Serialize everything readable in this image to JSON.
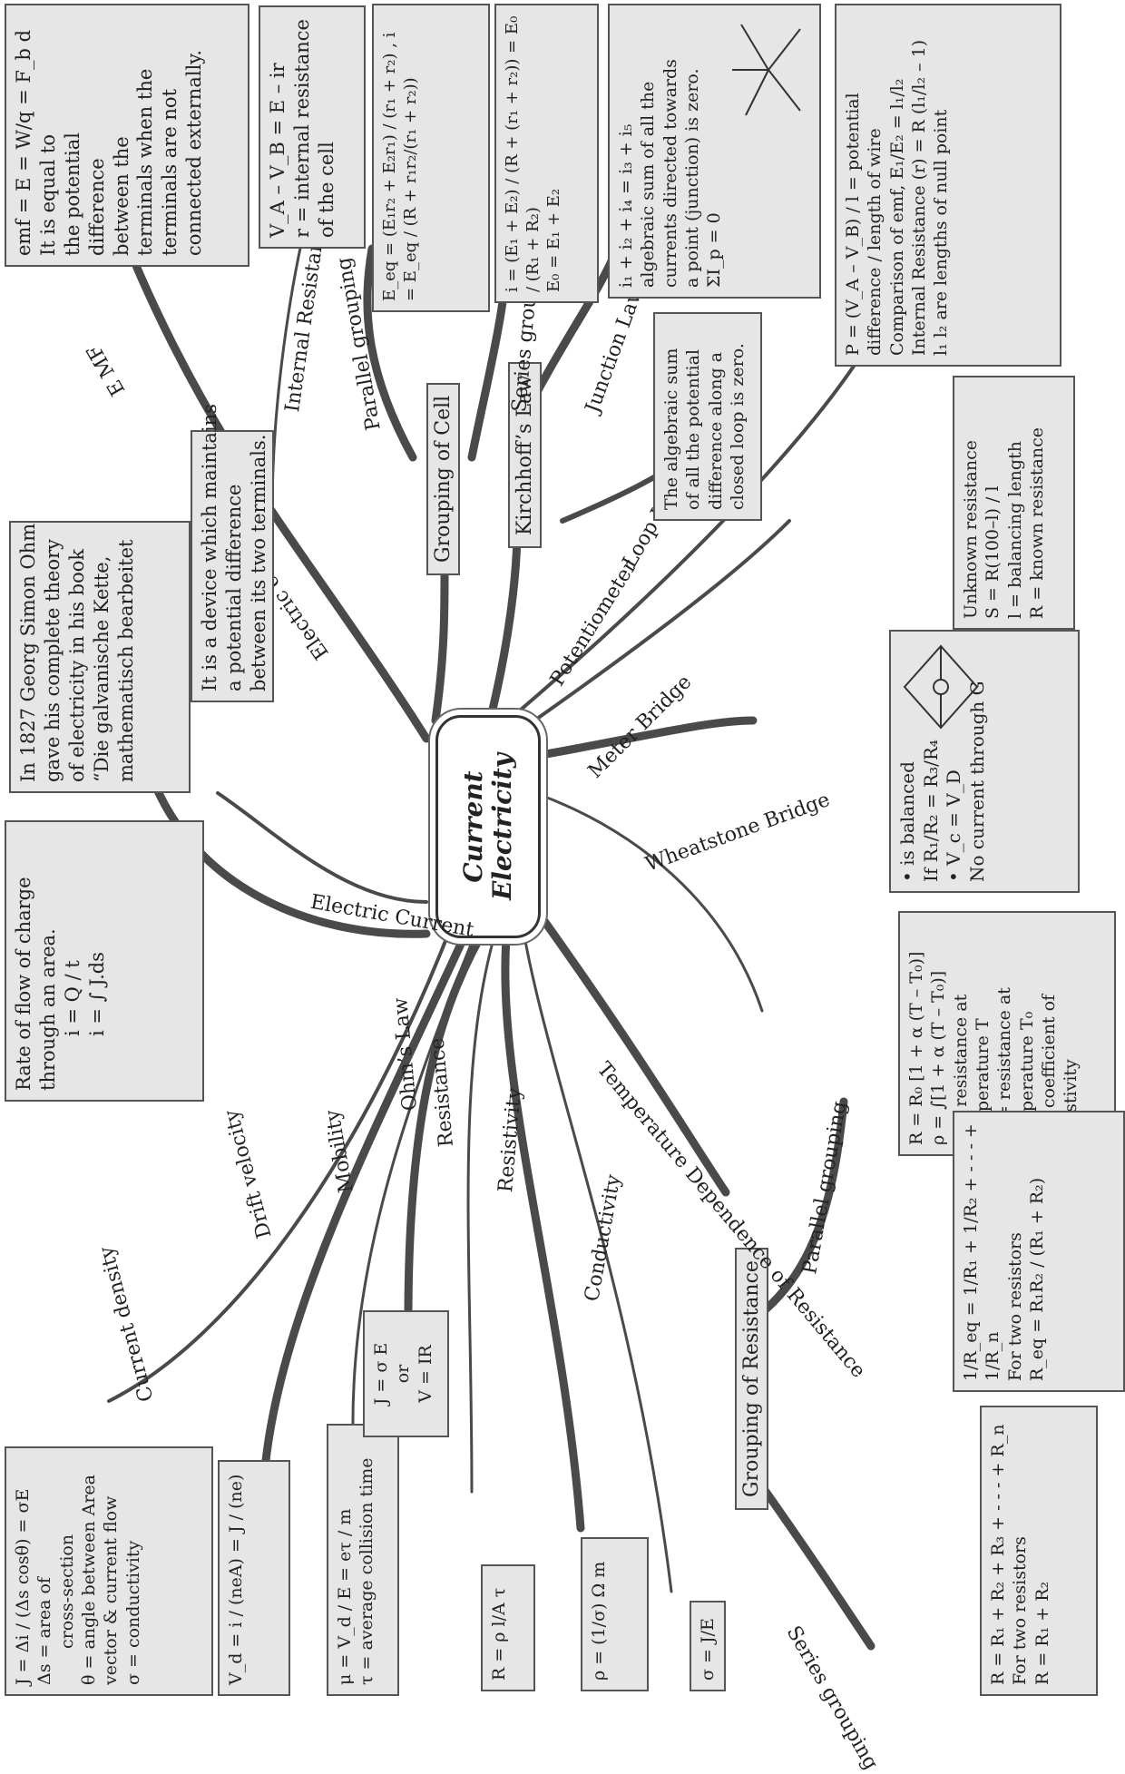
{
  "center": {
    "line1": "Current",
    "line2": "Electricity"
  },
  "branches": {
    "electric_current": "Electric Current",
    "electric_cell": "Electric cell",
    "emf": "E MF",
    "internal_resistance": "Internal Resistance",
    "parallel_grouping_cell": "Parallel grouping",
    "series_grouping_cell": "Series grouping",
    "junction_law": "Junction Law",
    "loop_law": "Loop Law",
    "potentiometer": "Potentiometer",
    "meter_bridge": "Meter Bridge",
    "wheatstone_bridge": "Wheatstone Bridge",
    "temperature_dependence": "Temperature Dependence of Resistance",
    "current_density": "Current density",
    "drift_velocity": "Drift velocity",
    "mobility": "Mobility",
    "ohms_law": "Ohm’s Law",
    "resistance": "Resistance",
    "resistivity": "Resistivity",
    "conductivity": "Conductivity",
    "parallel_grouping_res": "Parallel grouping",
    "series_grouping_res": "Series grouping"
  },
  "nodes": {
    "grouping_of_cell": "Grouping of Cell",
    "kirchhoffs_law": "Kirchhoff’s Law",
    "grouping_of_resistance": "Grouping of Resistance"
  },
  "boxes": {
    "history": [
      "In 1827 Georg Simon Ohm",
      "gave his complete theory",
      "of electricity in his book",
      "“Die galvanische Kette,",
      "mathematisch bearbeitet"
    ],
    "electric_current": [
      "Rate of flow of charge",
      "through an area.",
      "i = Q / t",
      "i = ∫ J.ds"
    ],
    "electric_cell": [
      "It is a device which maintains",
      "a potential difference",
      "between its two terminals."
    ],
    "emf": [
      "emf = E = W/q = F_b d",
      "It is equal to",
      "the potential",
      "difference",
      "between the",
      "terminals when the",
      "terminals are not",
      "connected externally."
    ],
    "internal_resistance": [
      "V_A – V_B = E – ir",
      "r = internal resistance",
      "of the cell"
    ],
    "parallel_cell": [
      "E_eq = (E₁r₂ + E₂r₁) / (r₁ + r₂) ,  i = E_eq / (R + r₁r₂/(r₁ + r₂))"
    ],
    "series_cell": [
      "i = (E₁ + E₂) / (R + (r₁ + r₂)) = E₀ / (R₁ + R₂)",
      "E₀ = E₁ + E₂"
    ],
    "junction": [
      "i₁ + i₂ + i₄ = i₃ + i₅",
      "algebraic sum of all the",
      "currents directed towards",
      "a point (junction) is zero.",
      "ΣI_p = 0"
    ],
    "loop": [
      "The algebraic sum",
      "of all the potential",
      "difference along a",
      "closed loop is zero."
    ],
    "potentiometer": [
      "P = (V_A – V_B) / l = potential difference / length of wire",
      "Comparison of emf,  E₁/E₂ = l₁/l₂",
      "Internal Resistance (r) = R (l₁/l₂ – 1)",
      "l₁ l₂ are lengths of null point"
    ],
    "meter_bridge": [
      "Unknown resistance",
      "S = R(100–l) / l",
      "l = balancing length",
      "R = known resistance"
    ],
    "wheatstone": [
      "• is balanced",
      "If R₁/R₂ = R₃/R₄",
      "• V_c = V_D",
      "No current through G"
    ],
    "temperature": [
      "R = R₀ [1 + α (T – T₀)]",
      "ρ = ∫[1 + α (T – T₀)]",
      "R = resistance at",
      "temperature T",
      "R₀ = resistance at",
      "temperature T₀",
      "α = coefficient of",
      "resistivity"
    ],
    "current_density": [
      "J = Δi / (Δs cosθ) = σE",
      "Δs = area of",
      "cross-section",
      "θ = angle between Area",
      "vector & current flow",
      "σ = conductivity"
    ],
    "drift_velocity": [
      "V_d = i / (neA) = J / (ne)"
    ],
    "mobility": [
      "μ = V_d / E = eτ / m",
      "τ = average collision time"
    ],
    "ohms_law": [
      "J = σ E",
      "or",
      "V = IR"
    ],
    "resistance": [
      "R = ρ l/A τ"
    ],
    "resistivity": [
      "ρ = (1/σ) Ω m"
    ],
    "conductivity": [
      "σ = J/E"
    ],
    "parallel_res": [
      "1/R_eq = 1/R₁ + 1/R₂ + - - - + 1/R_n",
      "For two resistors",
      "R_eq = R₁R₂ / (R₁ + R₂)"
    ],
    "series_res": [
      "R = R₁ + R₂ + R₃ + - - - + R_n",
      "For two resistors",
      "R = R₁ + R₂"
    ]
  },
  "icons": [
    "cell-terminal-icon",
    "junction-diagram-icon",
    "wheatstone-bridge-icon",
    "cell-symbol-icon"
  ]
}
